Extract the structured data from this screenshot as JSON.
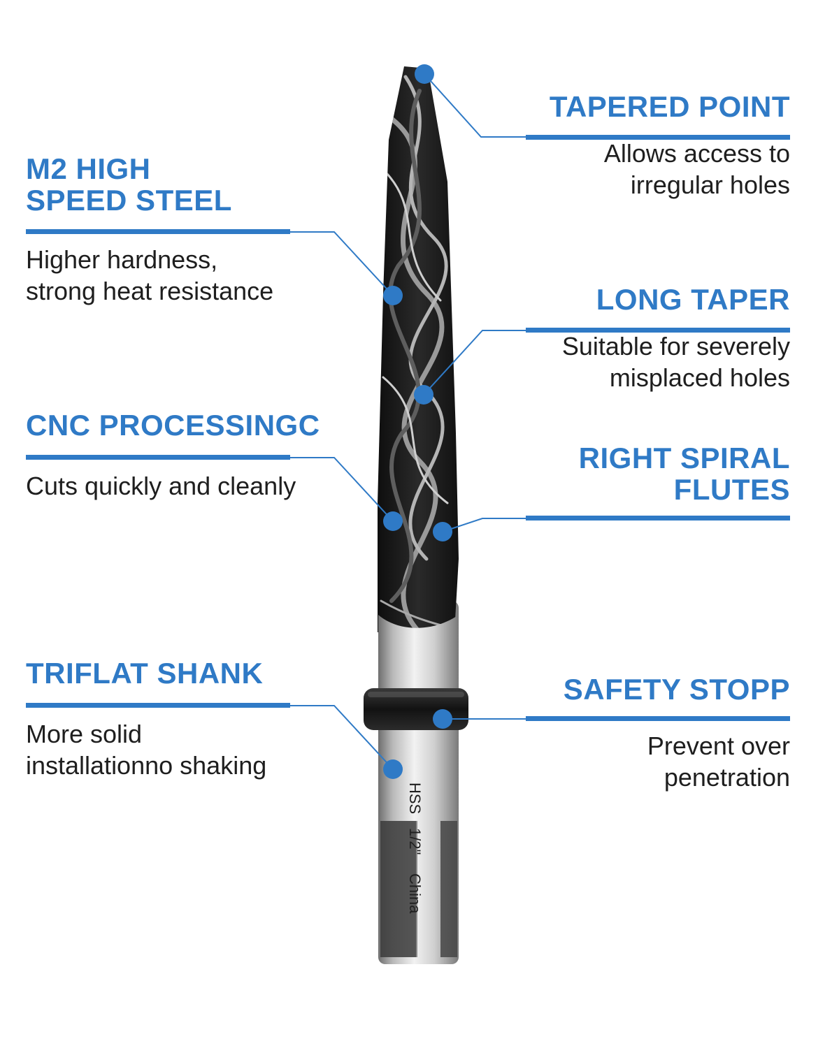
{
  "colors": {
    "accent": "#2f7ac6",
    "text": "#1e1e1e",
    "bit_black": "#1a1a1a",
    "shank_silver": "#c8c8c8"
  },
  "callouts": {
    "tapered_point": {
      "title": "TAPERED POINT",
      "desc": "Allows access to\nirregular holes"
    },
    "m2_steel": {
      "title": "M2 HIGH\nSPEED STEEL",
      "desc": "Higher hardness,\nstrong heat resistance"
    },
    "long_taper": {
      "title": "LONG TAPER",
      "desc": "Suitable for severely\nmisplaced holes"
    },
    "cnc": {
      "title": "CNC PROCESSINGC",
      "desc": "Cuts quickly and cleanly"
    },
    "right_spiral": {
      "title": "RIGHT SPIRAL\nFLUTES",
      "desc": ""
    },
    "triflat": {
      "title": "TRIFLAT SHANK",
      "desc": "More solid\ninstallationno shaking"
    },
    "safety_stop": {
      "title": "SAFETY STOPP",
      "desc": "Prevent over\npenetration"
    }
  },
  "engraving": {
    "material": "HSS",
    "size": "1/2\"",
    "origin": "China"
  }
}
